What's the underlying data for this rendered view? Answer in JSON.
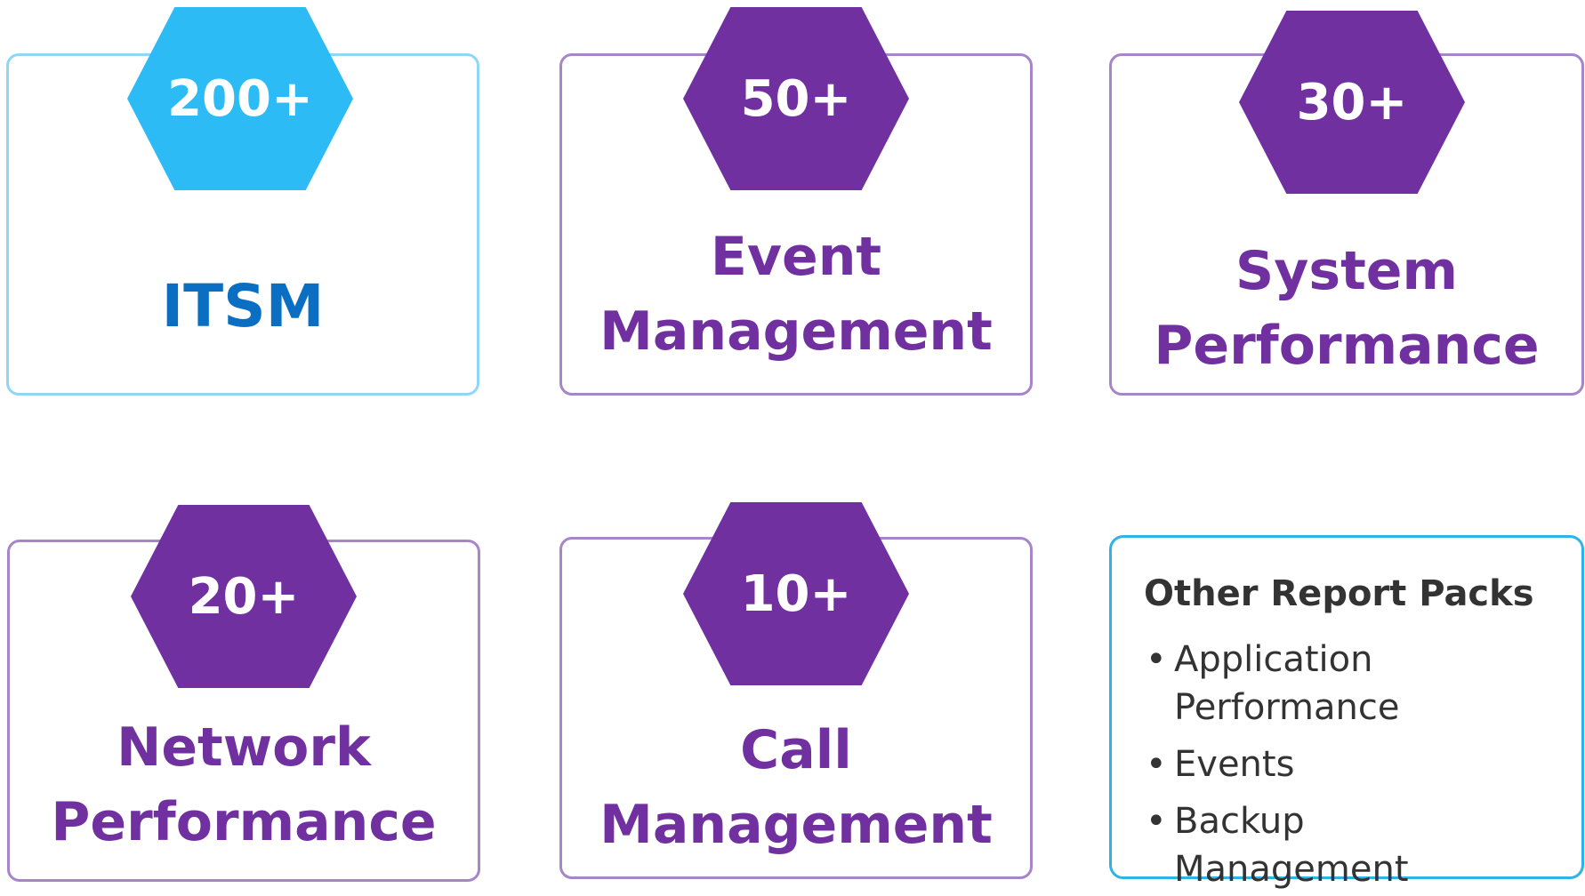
{
  "packs": [
    {
      "count": "200+",
      "title_lines": [
        "ITSM"
      ],
      "color": "#2dbbf5",
      "title_color": "#0a6fc2"
    },
    {
      "count": "50+",
      "title_lines": [
        "Event",
        "Management"
      ],
      "color": "#7030a0",
      "title_color": "#7030a0"
    },
    {
      "count": "30+",
      "title_lines": [
        "System",
        "Performance"
      ],
      "color": "#7030a0",
      "title_color": "#7030a0"
    },
    {
      "count": "20+",
      "title_lines": [
        "Network",
        "Performance"
      ],
      "color": "#7030a0",
      "title_color": "#7030a0"
    },
    {
      "count": "10+",
      "title_lines": [
        "Call",
        "Management"
      ],
      "color": "#7030a0",
      "title_color": "#7030a0"
    }
  ],
  "other": {
    "heading": "Other Report Packs",
    "bullet": "•",
    "items": [
      "Application Performance",
      "Events",
      "Backup Management"
    ]
  }
}
